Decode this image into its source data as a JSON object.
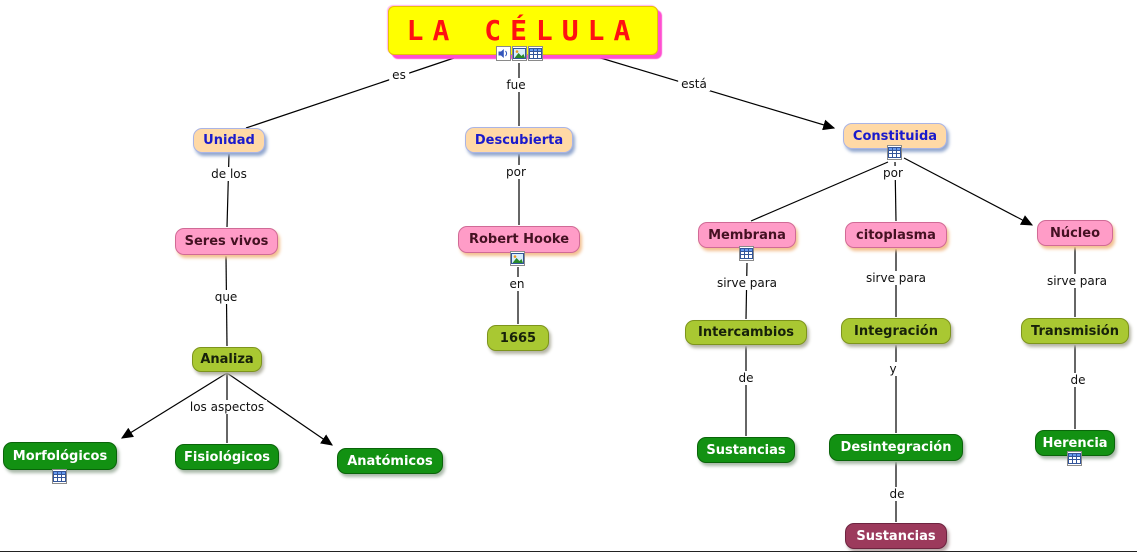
{
  "title": {
    "label": "LA CÉLULA"
  },
  "nodes": {
    "unidad": "Unidad",
    "descubierta": "Descubierta",
    "constituida": "Constituida",
    "seres_vivos": "Seres vivos",
    "robert_hooke": "Robert Hooke",
    "membrana": "Membrana",
    "citoplasma": "citoplasma",
    "nucleo": "Núcleo",
    "analiza": "Analiza",
    "anio": "1665",
    "intercambios": "Intercambios",
    "integracion": "Integración",
    "transmision": "Transmisión",
    "morfologicos": "Morfológicos",
    "fisiologicos": "Fisiológicos",
    "anatomicos": "Anatómicos",
    "sustancias_1": "Sustancias",
    "desintegracion": "Desintegración",
    "herencia": "Herencia",
    "sustancias_2": "Sustancias"
  },
  "edge_labels": {
    "es": "es",
    "fue": "fue",
    "esta": "está",
    "de_los": "de los",
    "por_1": "por",
    "por_2": "por",
    "que": "que",
    "en": "en",
    "sirve_para_1": "sirve para",
    "sirve_para_2": "sirve para",
    "sirve_para_3": "sirve para",
    "los_aspectos": "los aspectos",
    "de_1": "de",
    "y": "y",
    "de_2": "de",
    "de_3": "de"
  },
  "icons": {
    "title_row": [
      "speaker-icon",
      "image-icon",
      "table-icon"
    ],
    "constituida": "table-icon",
    "robert_hooke": "image-icon",
    "membrana": "table-icon",
    "morfologicos": "table-icon",
    "herencia": "table-icon"
  },
  "colors": {
    "title_bg": "#ffff00",
    "title_text": "#ff1111",
    "title_glow": "#ff4fd0",
    "level1_bg": "#ffd9a6",
    "level1_text": "#1a1acc",
    "pink_bg": "#ff9cc7",
    "olive_bg": "#a9c832",
    "green_bg": "#129112",
    "maroon_bg": "#9c3a5c",
    "line": "#000000"
  }
}
